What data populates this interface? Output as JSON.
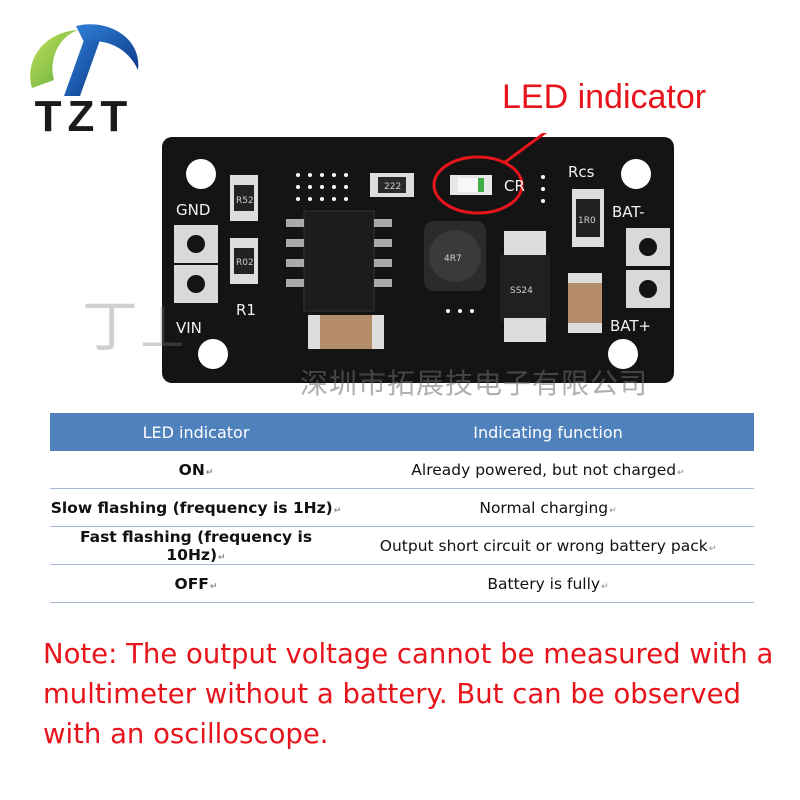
{
  "logo": {
    "text": "TZT"
  },
  "callout": {
    "label": "LED indicator"
  },
  "board": {
    "silkscreen": [
      "GND",
      "VIN",
      "R1",
      "BAT-",
      "BAT+",
      "Rcs",
      "CR",
      "1R0",
      "SS24",
      "4R7",
      "222",
      "R52",
      "R02"
    ]
  },
  "watermark": {
    "text": "深圳市拓展技电子有限公司"
  },
  "table": {
    "headers": [
      "LED indicator",
      "Indicating function"
    ],
    "paragraph_mark": "↵",
    "rows": [
      {
        "indicator": "ON",
        "function": "Already powered, but not charged"
      },
      {
        "indicator": "Slow flashing (frequency is 1Hz)",
        "function": "Normal charging"
      },
      {
        "indicator": "Fast flashing (frequency is 10Hz)",
        "function": "Output short circuit or wrong battery pack"
      },
      {
        "indicator": "OFF",
        "function": "Battery is fully"
      }
    ]
  },
  "note": "Note: The output voltage cannot be measured with a multimeter without a battery. But can be observed with an oscilloscope.",
  "colors": {
    "accent_red": "#e8141c",
    "table_header": "#4f81bd",
    "board": "#141414"
  }
}
